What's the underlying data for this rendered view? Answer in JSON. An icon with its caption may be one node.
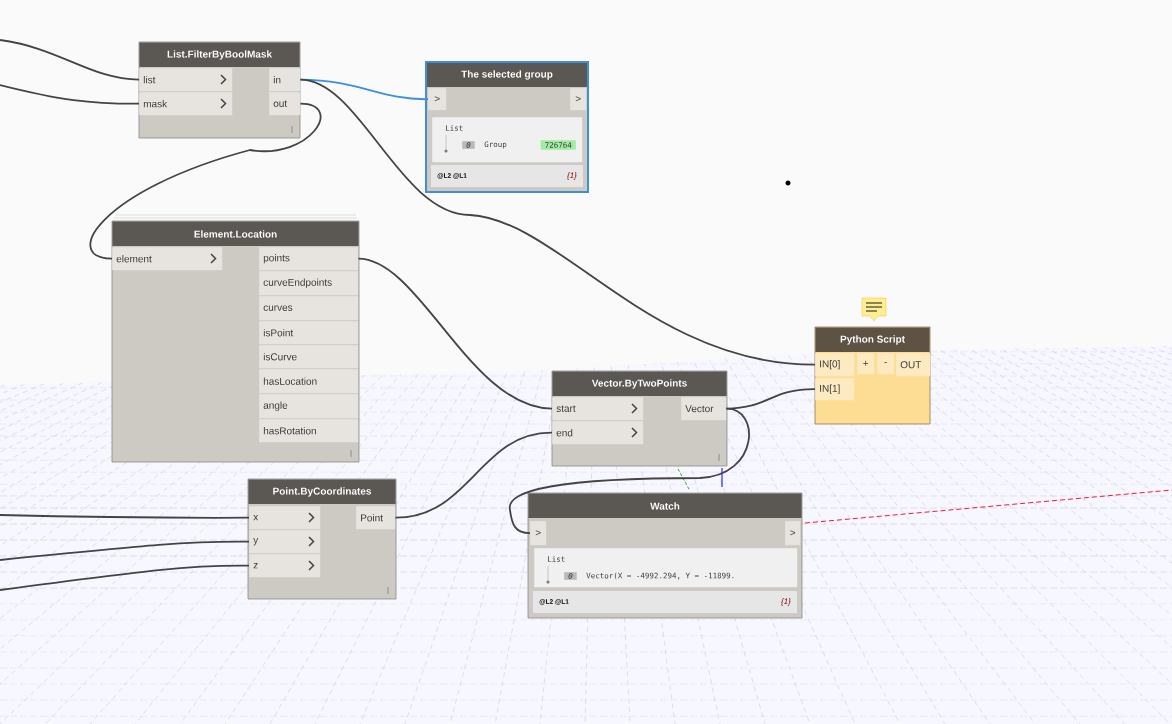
{
  "diagram": {
    "nodes": [
      {
        "text": [
          "List.FilterByBoolMask"
        ]
      },
      {
        "text": [
          "list"
        ],
        "in": 0
      },
      {
        "text": [
          "mask"
        ],
        "in": 0
      },
      {
        "text": [
          "in"
        ],
        "in": 0
      },
      {
        "text": [
          "out"
        ],
        "in": 0
      },
      {
        "text": [
          "The selected group",
          "@L2 @L1",
          "{1}"
        ]
      },
      {
        "text": [
          ">"
        ],
        "in": 5
      },
      {
        "text": [
          ">"
        ],
        "in": 5
      },
      {
        "text": [
          "List",
          "0",
          "Group",
          "726764"
        ],
        "in": 5
      },
      {
        "text": [
          "Element.Location"
        ]
      },
      {
        "text": [
          "element"
        ],
        "in": 9
      },
      {
        "text": [
          "points"
        ],
        "in": 9
      },
      {
        "text": [
          "curveEndpoints"
        ],
        "in": 9
      },
      {
        "text": [
          "curves"
        ],
        "in": 9
      },
      {
        "text": [
          "isPoint"
        ],
        "in": 9
      },
      {
        "text": [
          "isCurve"
        ],
        "in": 9
      },
      {
        "text": [
          "hasLocation"
        ],
        "in": 9
      },
      {
        "text": [
          "angle"
        ],
        "in": 9
      },
      {
        "text": [
          "hasRotation"
        ],
        "in": 9
      },
      {
        "text": [
          "Python Script"
        ]
      },
      {
        "text": [
          "IN[0]"
        ],
        "in": 19
      },
      {
        "text": [
          "+"
        ],
        "in": 19
      },
      {
        "text": [
          "-"
        ],
        "in": 19
      },
      {
        "text": [
          "OUT"
        ],
        "in": 19
      },
      {
        "text": [
          "IN[1]"
        ],
        "in": 19
      },
      {
        "text": [
          "Vector.ByTwoPoints"
        ]
      },
      {
        "text": [
          "start"
        ],
        "in": 25
      },
      {
        "text": [
          "end"
        ],
        "in": 25
      },
      {
        "text": [
          "Vector"
        ],
        "in": 25
      },
      {
        "text": [
          "Point.ByCoordinates"
        ]
      },
      {
        "text": [
          "x"
        ],
        "in": 29
      },
      {
        "text": [
          "y"
        ],
        "in": 29
      },
      {
        "text": [
          "z"
        ],
        "in": 29
      },
      {
        "text": [
          "Point"
        ],
        "in": 29
      },
      {
        "text": [
          "Watch",
          "@L2 @L1",
          "{1}"
        ]
      },
      {
        "text": [
          ">"
        ],
        "in": 34
      },
      {
        "text": [
          ">"
        ],
        "in": 34
      },
      {
        "text": [
          "List",
          "0",
          "Vector(X = -4992.294, Y = -11899."
        ],
        "in": 34
      }
    ],
    "edges": [
      {
        "from": null,
        "to": 1,
        "arrow": "none"
      },
      {
        "from": null,
        "to": 2,
        "arrow": "none"
      },
      {
        "from": 3,
        "to": 6,
        "arrow": "none",
        "color": "#3c8fdd"
      },
      {
        "from": 3,
        "to": 20,
        "arrow": "none"
      },
      {
        "from": 4,
        "to": 10,
        "arrow": "none"
      },
      {
        "from": 11,
        "to": 26,
        "arrow": "none"
      },
      {
        "from": 33,
        "to": 27,
        "arrow": "none"
      },
      {
        "from": 28,
        "to": 24,
        "arrow": "none"
      },
      {
        "from": 28,
        "to": 35,
        "arrow": "none"
      },
      {
        "from": null,
        "to": 30,
        "arrow": "none"
      },
      {
        "from": null,
        "to": 31,
        "arrow": "none"
      },
      {
        "from": null,
        "to": 32,
        "arrow": "none"
      }
    ]
  }
}
